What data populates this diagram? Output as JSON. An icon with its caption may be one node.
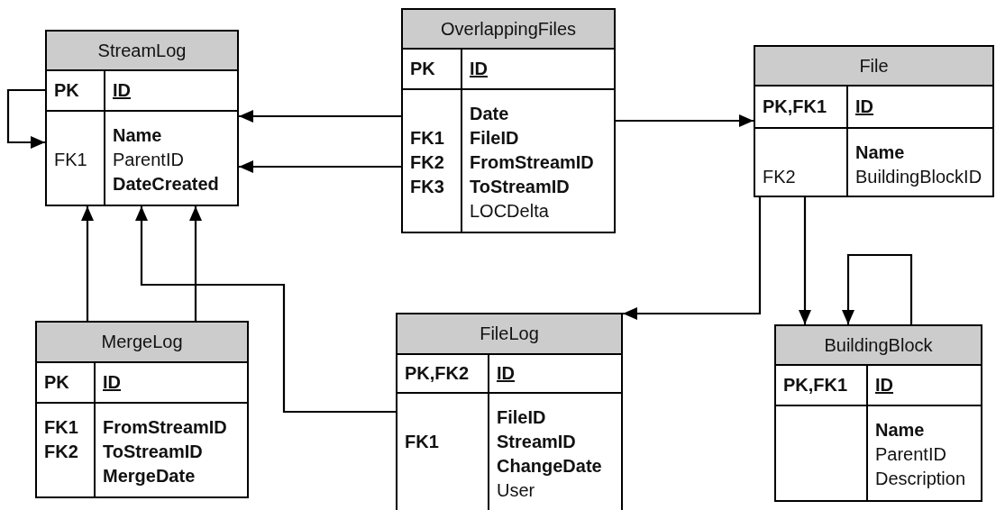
{
  "diagram": {
    "nodes": [
      {
        "text": [
          "StreamLog",
          "PK",
          "ID",
          "FK1",
          "**Name** ParentID **DateCreated**"
        ]
      },
      {
        "text": [
          "OverlappingFiles",
          "PK",
          "ID",
          "**FK1** **FK2** **FK3**",
          "**Date** **FileID** **FromStreamID** **ToStreamID** LOCDelta"
        ]
      },
      {
        "text": [
          "File",
          "PK,FK1",
          "ID",
          "FK2",
          "**Name** BuildingBlockID"
        ]
      },
      {
        "text": [
          "MergeLog",
          "PK",
          "ID",
          "**FK1** **FK2**",
          "**FromStreamID** **ToStreamID** **MergeDate**"
        ]
      },
      {
        "text": [
          "FileLog",
          "PK,FK2",
          "ID",
          "**FK1**",
          "**FileID** **StreamID** **ChangeDate** User"
        ]
      },
      {
        "text": [
          "BuildingBlock",
          "PK,FK1",
          "ID",
          "**Name** ParentID Description"
        ]
      }
    ],
    "edges": [
      {
        "from": 0,
        "to": 0,
        "arrow": "to"
      },
      {
        "from": 1,
        "to": 0,
        "arrow": "to"
      },
      {
        "from": 1,
        "to": 0,
        "arrow": "to"
      },
      {
        "from": 1,
        "to": 2,
        "arrow": "to"
      },
      {
        "from": 3,
        "to": 0,
        "arrow": "to"
      },
      {
        "from": 3,
        "to": 0,
        "arrow": "to"
      },
      {
        "from": 4,
        "to": 0,
        "arrow": "to"
      },
      {
        "from": 2,
        "to": 4,
        "arrow": "to"
      },
      {
        "from": 2,
        "to": 5,
        "arrow": "to"
      },
      {
        "from": 5,
        "to": 5,
        "arrow": "to"
      }
    ]
  }
}
